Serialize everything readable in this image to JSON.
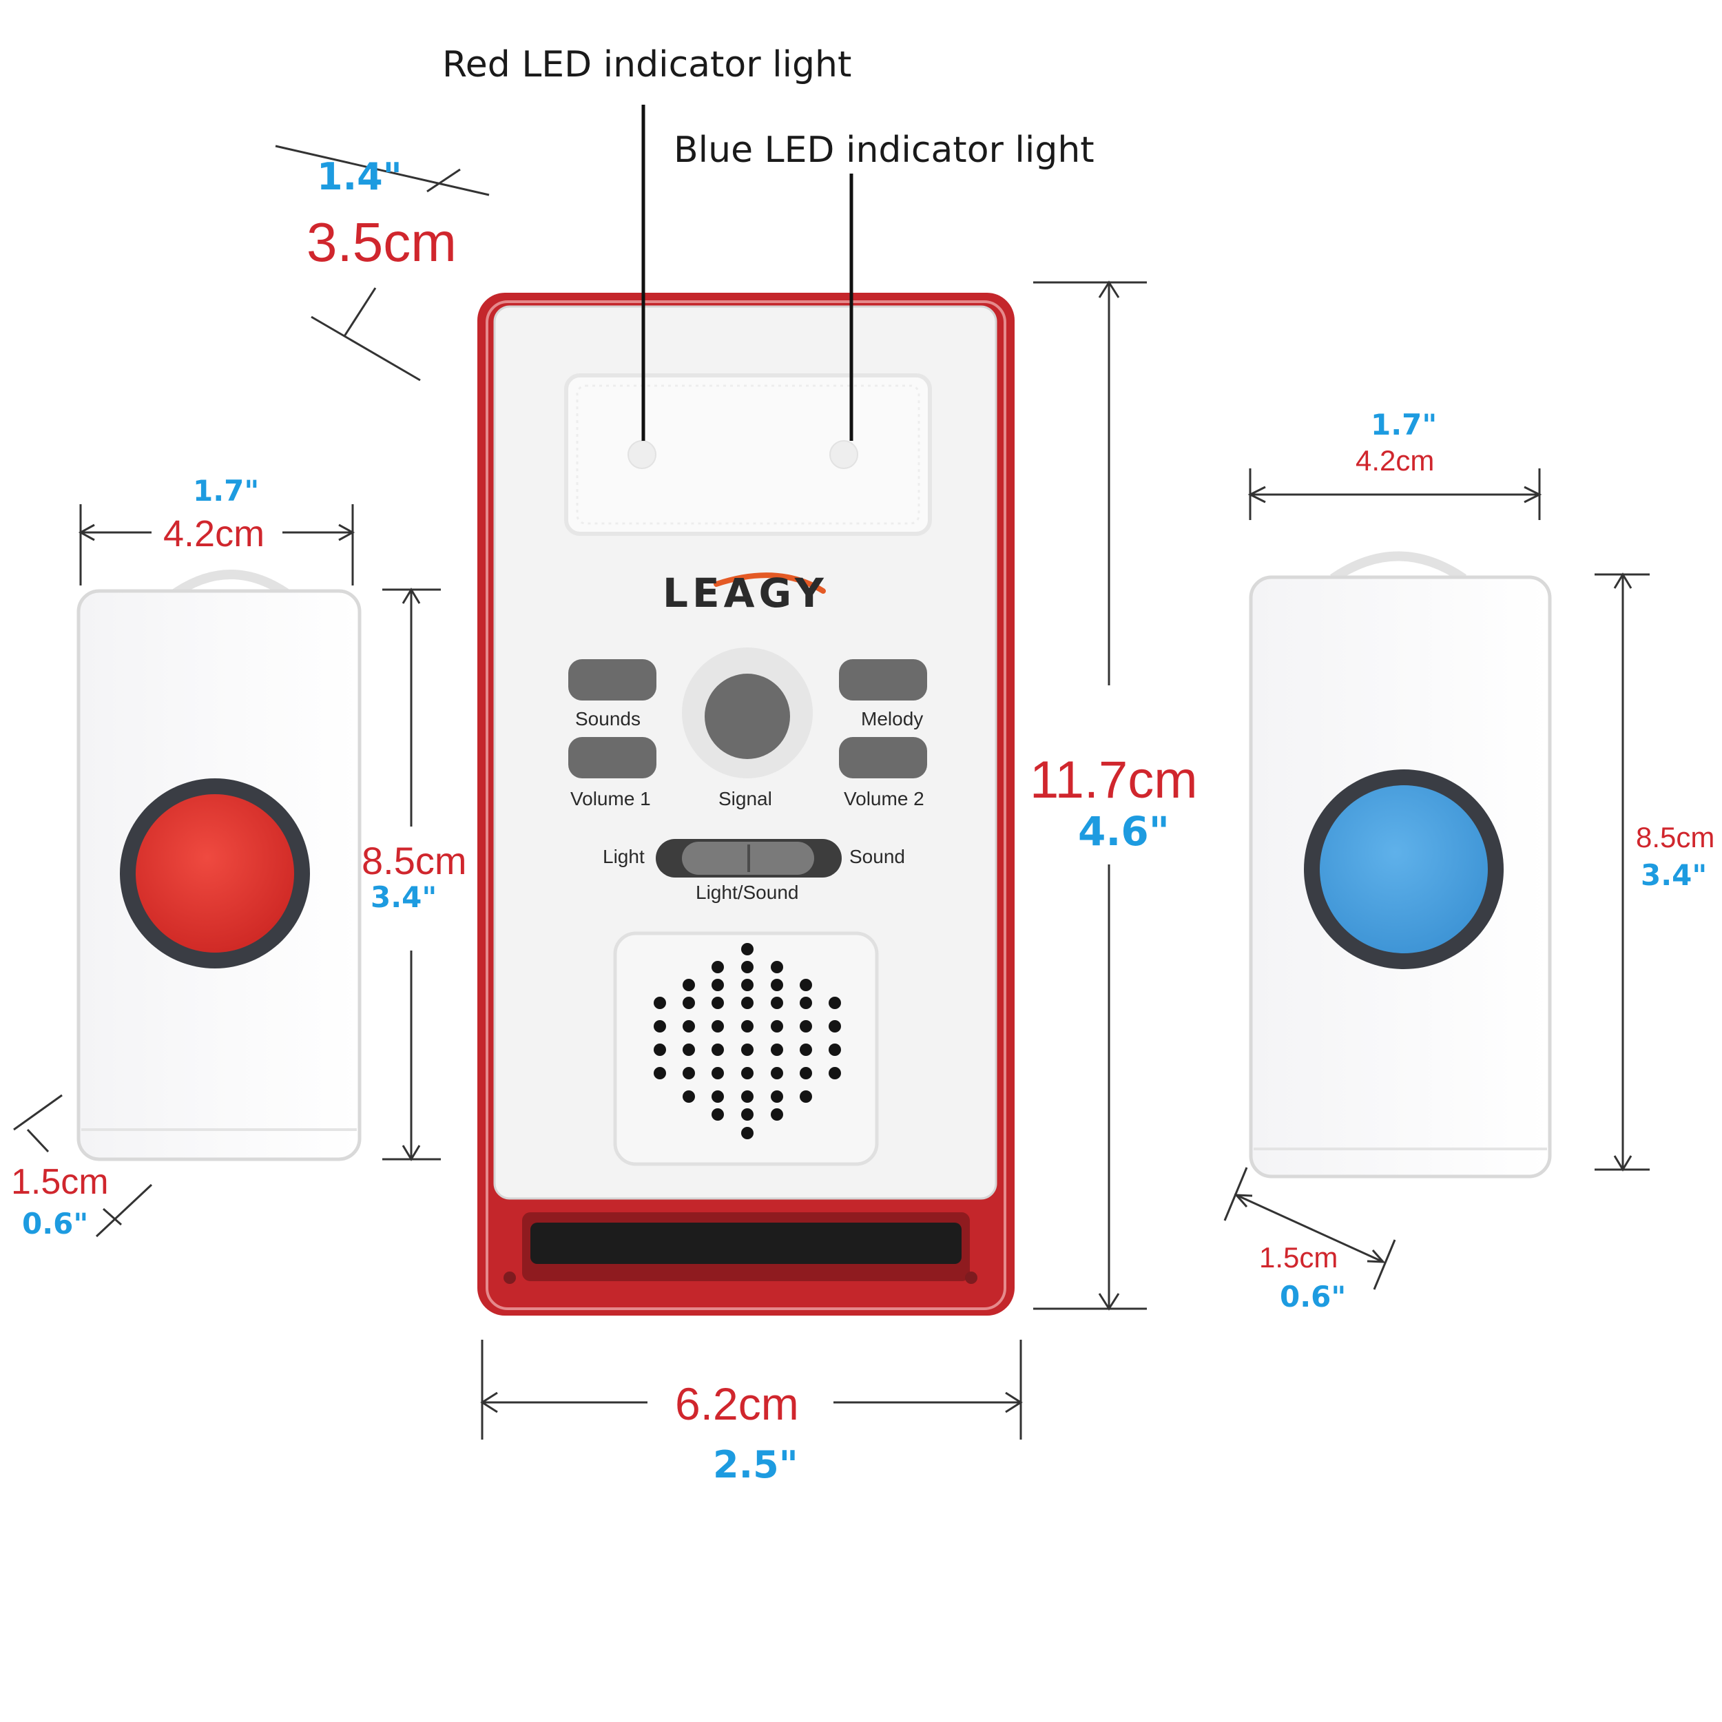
{
  "callouts": {
    "red_led": "Red LED indicator light",
    "blue_led": "Blue LED indicator light"
  },
  "receiver": {
    "brand": "LEAGY",
    "buttons": {
      "sounds": "Sounds",
      "melody": "Melody",
      "volume1": "Volume 1",
      "signal": "Signal",
      "volume2": "Volume 2"
    },
    "switch": {
      "left": "Light",
      "right": "Sound",
      "caption": "Light/Sound"
    },
    "colors": {
      "housing": "#c4262b",
      "face": "#f2f2f2",
      "buttons": "#6b6b6b"
    }
  },
  "dimensions": {
    "receiver_depth_in": "1.4\"",
    "receiver_depth_cm": "3.5cm",
    "receiver_height_cm": "11.7cm",
    "receiver_height_in": "4.6\"",
    "receiver_width_cm": "6.2cm",
    "receiver_width_in": "2.5\"",
    "left_width_in": "1.7\"",
    "left_width_cm": "4.2cm",
    "left_height_cm": "8.5cm",
    "left_height_in": "3.4\"",
    "left_depth_cm": "1.5cm",
    "left_depth_in": "0.6\"",
    "right_width_in": "1.7\"",
    "right_width_cm": "4.2cm",
    "right_height_cm": "8.5cm",
    "right_height_in": "3.4\"",
    "right_depth_cm": "1.5cm",
    "right_depth_in": "0.6\""
  },
  "pagers": {
    "left_button_color": "#e03a33",
    "right_button_color": "#4da3e0"
  },
  "colors": {
    "cm_text": "#d0262d",
    "inch_text": "#1d9be0"
  }
}
